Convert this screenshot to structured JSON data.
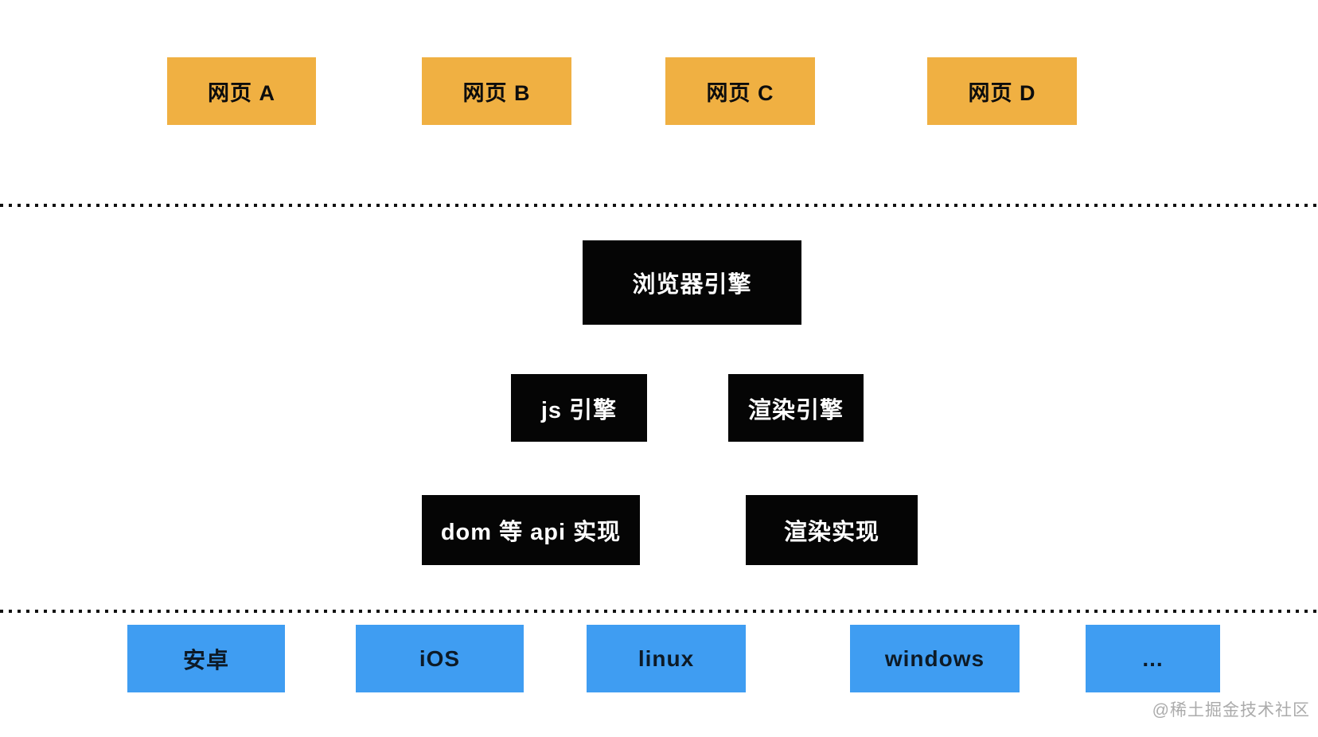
{
  "colors": {
    "web_page_box": "#F0B042",
    "engine_box": "#050505",
    "os_box": "#3F9DF2",
    "light_text": "#ffffff",
    "dark_text": "#0d0d0d",
    "divider_dot": "#111111",
    "watermark_text": "#ABABAB"
  },
  "diagram": {
    "web_pages": [
      {
        "label": "网页 A"
      },
      {
        "label": "网页 B"
      },
      {
        "label": "网页 C"
      },
      {
        "label": "网页 D"
      }
    ],
    "browser_engine": {
      "label": "浏览器引擎"
    },
    "engine_components": [
      {
        "label": "js 引擎"
      },
      {
        "label": "渲染引擎"
      }
    ],
    "implementations": [
      {
        "label": "dom 等 api 实现"
      },
      {
        "label": "渲染实现"
      }
    ],
    "platforms": [
      {
        "label": "安卓"
      },
      {
        "label": "iOS"
      },
      {
        "label": "linux"
      },
      {
        "label": "windows"
      },
      {
        "label": "..."
      }
    ],
    "watermark": "@稀土掘金技术社区"
  }
}
